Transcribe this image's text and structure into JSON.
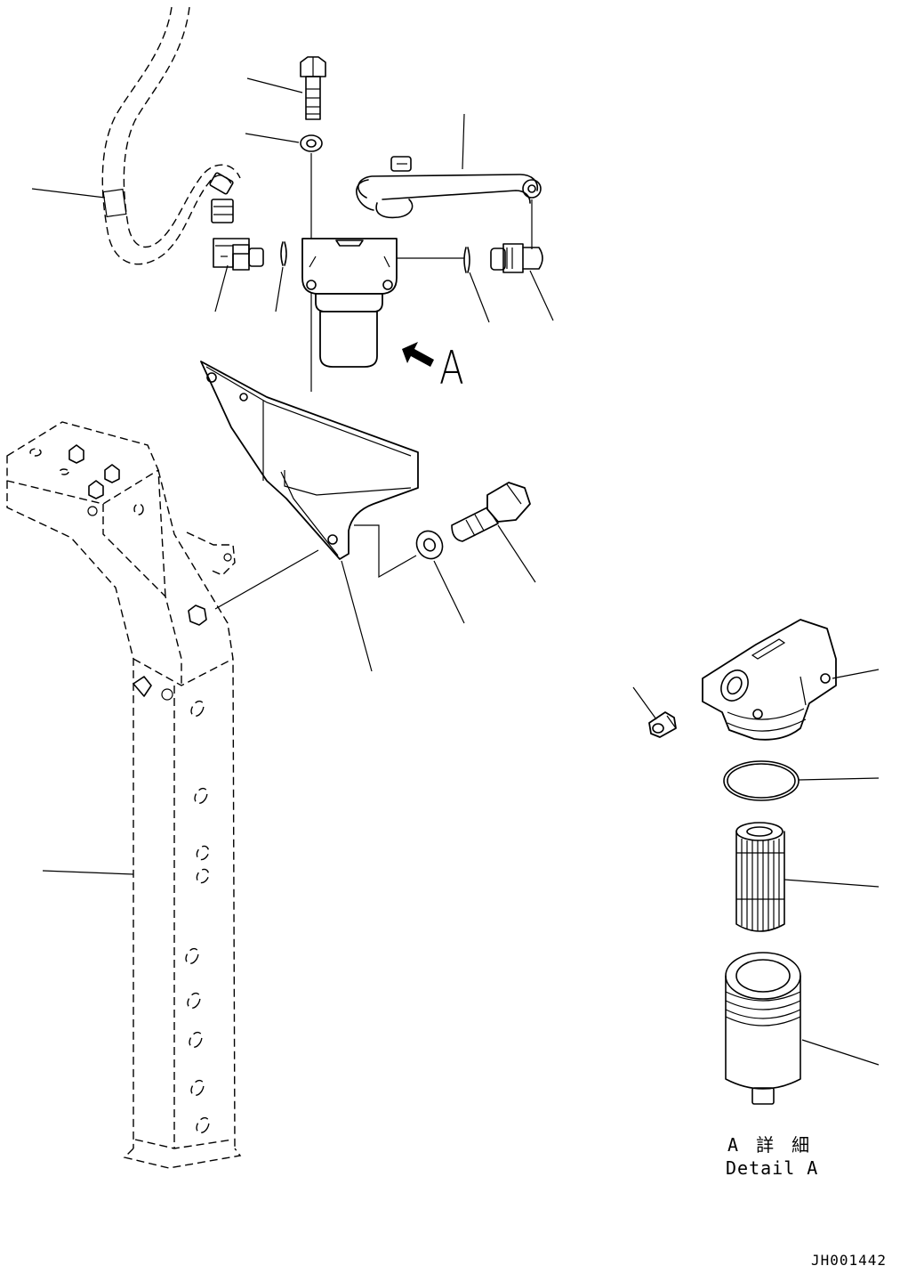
{
  "view_label": "A",
  "detail": {
    "title_jp": "A 詳 細",
    "title_en": "Detail A"
  },
  "drawing_number": "JH001442"
}
